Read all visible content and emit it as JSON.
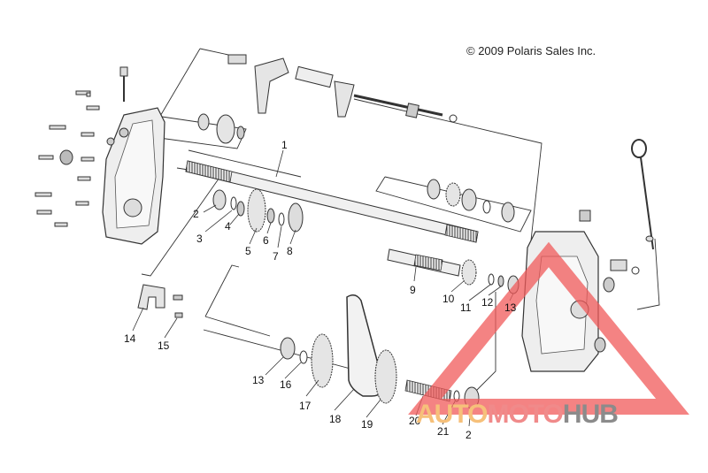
{
  "copyright": "© 2009 Polaris Sales Inc.",
  "callouts": [
    {
      "id": "c1",
      "label": "1"
    },
    {
      "id": "c2a",
      "label": "2"
    },
    {
      "id": "c3",
      "label": "3"
    },
    {
      "id": "c4",
      "label": "4"
    },
    {
      "id": "c5",
      "label": "5"
    },
    {
      "id": "c6",
      "label": "6"
    },
    {
      "id": "c7",
      "label": "7"
    },
    {
      "id": "c8",
      "label": "8"
    },
    {
      "id": "c9",
      "label": "9"
    },
    {
      "id": "c10",
      "label": "10"
    },
    {
      "id": "c11",
      "label": "11"
    },
    {
      "id": "c12",
      "label": "12"
    },
    {
      "id": "c13a",
      "label": "13"
    },
    {
      "id": "c14",
      "label": "14"
    },
    {
      "id": "c15",
      "label": "15"
    },
    {
      "id": "c13b",
      "label": "13"
    },
    {
      "id": "c16",
      "label": "16"
    },
    {
      "id": "c17",
      "label": "17"
    },
    {
      "id": "c18",
      "label": "18"
    },
    {
      "id": "c19",
      "label": "19"
    },
    {
      "id": "c20",
      "label": "20"
    },
    {
      "id": "c21",
      "label": "21"
    },
    {
      "id": "c2b",
      "label": "2"
    }
  ],
  "watermark": {
    "part1": "AUTO",
    "part2": "MOTO",
    "part3": "HUB",
    "colors": {
      "auto": "#f6c07a",
      "moto": "#f08a8a",
      "hub": "#8b8b8b",
      "triangle": "#f05a5a"
    }
  },
  "colors": {
    "line": "#333333",
    "part_fill": "#e8e8e8",
    "part_dark": "#555555"
  }
}
